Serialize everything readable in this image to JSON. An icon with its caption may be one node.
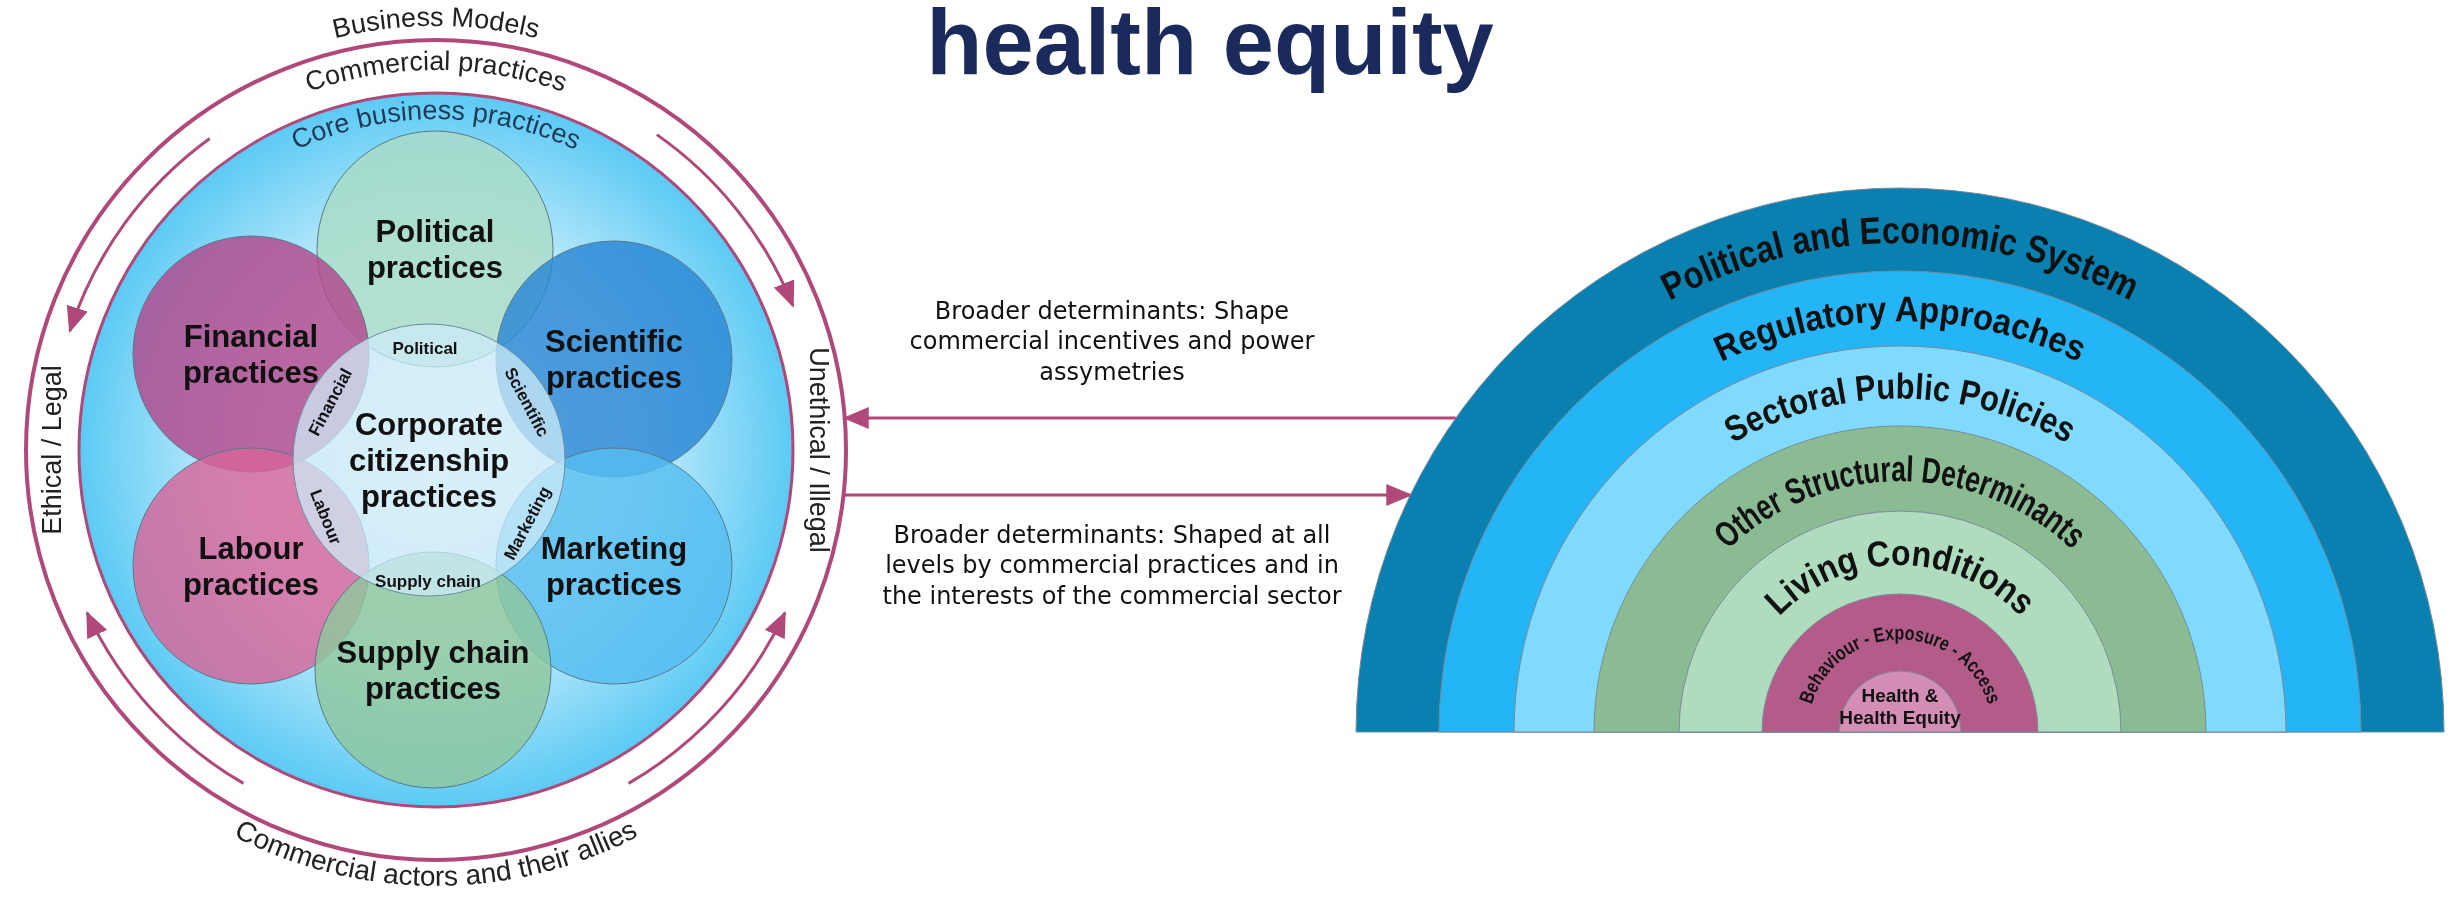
{
  "diagram": {
    "title": "health equity",
    "nodes": [
      {
        "text": [
          "Commercial practices"
        ]
      },
      {
        "text": [
          "Core business practices"
        ],
        "in": 0
      },
      {
        "text": [
          "Political practices"
        ],
        "in": 1
      },
      {
        "text": [
          "Financial practices"
        ],
        "in": 1
      },
      {
        "text": [
          "Scientific practices"
        ],
        "in": 1
      },
      {
        "text": [
          "Corporate citizenship practices"
        ],
        "in": 1
      },
      {
        "text": [
          "Labour practices"
        ],
        "in": 1
      },
      {
        "text": [
          "Marketing practices"
        ],
        "in": 1
      },
      {
        "text": [
          "Supply chain practices"
        ],
        "in": 1
      },
      {
        "text": [
          "Political and Economic System"
        ]
      },
      {
        "text": [
          "Regulatory Approaches"
        ],
        "in": 9
      },
      {
        "text": [
          "Sectoral Public Policies"
        ],
        "in": 10
      },
      {
        "text": [
          "Other Structural Determinants"
        ],
        "in": 11
      },
      {
        "text": [
          "Living Conditions"
        ],
        "in": 12
      },
      {
        "text": [
          "Behaviour - Exposure - Access"
        ],
        "in": 13
      },
      {
        "text": [
          "Health & Health Equity"
        ],
        "in": 14
      }
    ],
    "edges": [
      {
        "from": 9,
        "to": 0,
        "arrow": "to",
        "label": "Broader determinants: Shape commercial incentives and power assymetries"
      },
      {
        "from": 0,
        "to": 9,
        "arrow": "to",
        "label": "Broader determinants: Shaped at all levels by commercial practices and in the interests of the commercial sector"
      }
    ],
    "labels": [
      "Business Models",
      "Political",
      "Financial",
      "Scientific",
      "Labour",
      "Marketing",
      "Supply chain",
      "Ethical / Legal",
      "Unethical / Illegal",
      "Commercial actors and their allies"
    ]
  }
}
